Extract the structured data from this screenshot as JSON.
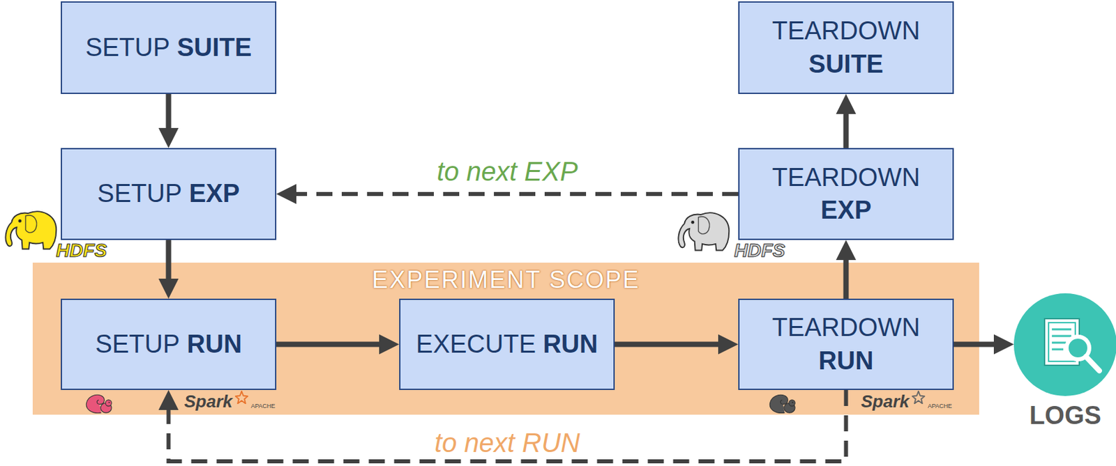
{
  "diagram": {
    "nodes": [
      {
        "text": [
          "SETUP",
          "SUITE"
        ]
      },
      {
        "text": [
          "TEARDOWN",
          "SUITE"
        ]
      },
      {
        "text": [
          "SETUP",
          "EXP"
        ]
      },
      {
        "text": [
          "TEARDOWN",
          "EXP"
        ]
      },
      {
        "text": [
          "EXPERIMENT SCOPE"
        ]
      },
      {
        "text": [
          "SETUP",
          "RUN"
        ],
        "in": 4
      },
      {
        "text": [
          "EXECUTE",
          "RUN"
        ],
        "in": 4
      },
      {
        "text": [
          "TEARDOWN",
          "RUN"
        ],
        "in": 4
      },
      {
        "text": [
          "LOGS"
        ]
      }
    ],
    "edges": [
      {
        "from": 0,
        "to": 2,
        "arrow": "to"
      },
      {
        "from": 2,
        "to": 5,
        "arrow": "to"
      },
      {
        "from": 5,
        "to": 6,
        "arrow": "to"
      },
      {
        "from": 6,
        "to": 7,
        "arrow": "to"
      },
      {
        "from": 7,
        "to": 3,
        "arrow": "to"
      },
      {
        "from": 3,
        "to": 1,
        "arrow": "to"
      },
      {
        "from": 3,
        "to": 2,
        "label": "to next EXP",
        "arrow": "to"
      },
      {
        "from": 7,
        "to": 5,
        "label": "to next RUN",
        "arrow": "to"
      },
      {
        "from": 7,
        "to": 8,
        "arrow": "to"
      }
    ],
    "labels": [
      "HDFS",
      "HDFS",
      "APACHE",
      "Spark",
      "APACHE",
      "Spark"
    ]
  }
}
